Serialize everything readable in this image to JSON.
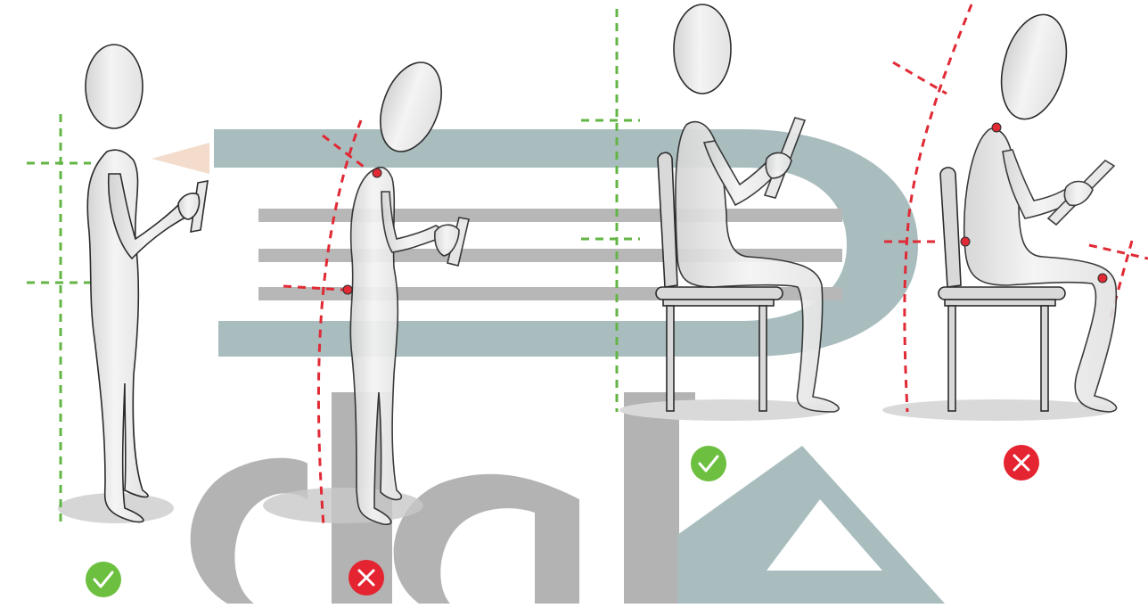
{
  "colors": {
    "good": "#6cbf3f",
    "bad": "#e52431",
    "guide_good": "#63b545",
    "guide_bad": "#e02a35",
    "figure_fill": "#eeeeee",
    "figure_shade": "#cfcfcf",
    "outline": "#2b2b2b",
    "watermark_teal": "#a9bdbf",
    "watermark_gray": "#b0b0b0",
    "shadow": "#d6d6d6"
  },
  "watermark": {
    "kind": "logo",
    "text": ""
  },
  "panels": [
    {
      "id": "standing-correct",
      "posture": "standing",
      "verdict": "good",
      "icon": "check-icon"
    },
    {
      "id": "standing-wrong",
      "posture": "standing",
      "verdict": "bad",
      "icon": "cross-icon"
    },
    {
      "id": "sitting-correct",
      "posture": "sitting",
      "verdict": "good",
      "icon": "check-icon"
    },
    {
      "id": "sitting-wrong",
      "posture": "sitting",
      "verdict": "bad",
      "icon": "cross-icon"
    }
  ]
}
